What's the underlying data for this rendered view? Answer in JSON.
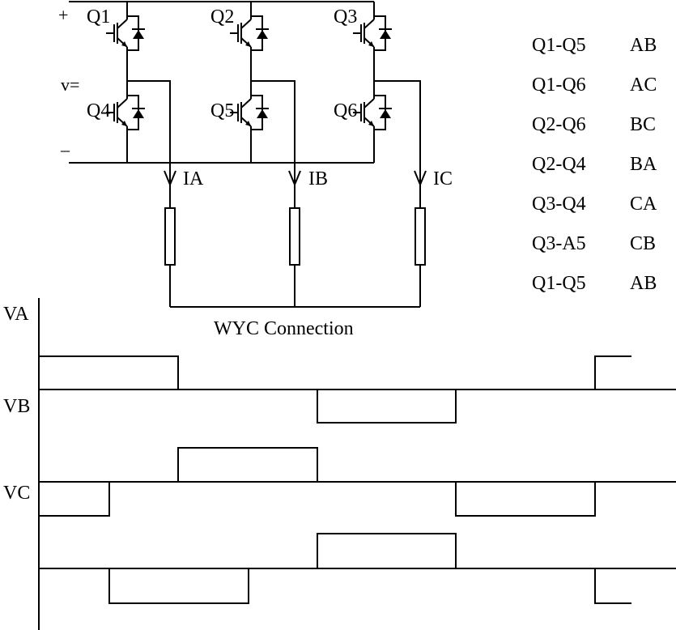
{
  "supply": {
    "plus": "+",
    "voltage": "v=",
    "minus": "–"
  },
  "switches": [
    {
      "id": "Q1"
    },
    {
      "id": "Q2"
    },
    {
      "id": "Q3"
    },
    {
      "id": "Q4"
    },
    {
      "id": "Q5"
    },
    {
      "id": "Q6"
    }
  ],
  "currents": [
    "IA",
    "IB",
    "IC"
  ],
  "connection_label": "WYC Connection",
  "sequence_table": [
    {
      "pair": "Q1-Q5",
      "phase": "AB"
    },
    {
      "pair": "Q1-Q6",
      "phase": "AC"
    },
    {
      "pair": "Q2-Q6",
      "phase": "BC"
    },
    {
      "pair": "Q2-Q4",
      "phase": "BA"
    },
    {
      "pair": "Q3-Q4",
      "phase": "CA"
    },
    {
      "pair": "Q3-A5",
      "phase": "CB"
    },
    {
      "pair": "Q1-Q5",
      "phase": "AB"
    }
  ],
  "waveforms": [
    {
      "name": "VA",
      "levels": [
        1,
        1,
        0,
        0,
        -1,
        -1,
        0,
        0,
        1,
        1,
        0
      ]
    },
    {
      "name": "VB",
      "levels": [
        -1,
        0,
        1,
        1,
        0,
        0,
        -1,
        -1,
        0,
        0,
        1
      ]
    },
    {
      "name": "VC",
      "levels": [
        0,
        -1,
        -1,
        0,
        1,
        1,
        0,
        0,
        -1,
        -1,
        -1
      ]
    }
  ],
  "colors": {
    "ink": "#000000",
    "background": "#ffffff"
  }
}
